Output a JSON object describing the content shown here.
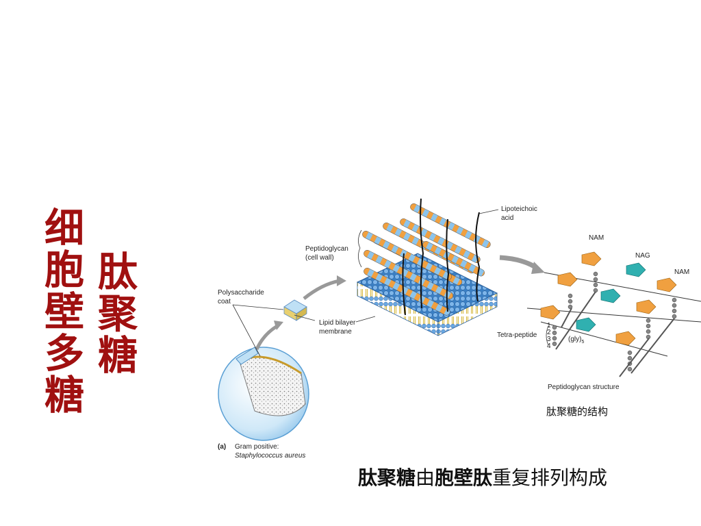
{
  "title": {
    "col1": "细胞壁多糖",
    "col2": "肽聚糖"
  },
  "diagram": {
    "labels": {
      "lipoteichoic_1": "Lipoteichoic",
      "lipoteichoic_2": "acid",
      "peptidoglycan_1": "Peptidoglycan",
      "peptidoglycan_2": "(cell wall)",
      "polysaccharide_1": "Polysaccharide",
      "polysaccharide_2": "coat",
      "lipid_bilayer_1": "Lipid bilayer",
      "lipid_bilayer_2": "membrane",
      "gram_a": "(a)",
      "gram_1": "Gram positive:",
      "gram_2": "Staphylococcus aureus",
      "nam_1": "NAM",
      "nag": "NAG",
      "nam_2": "NAM",
      "tetra_peptide": "Tetra-peptide",
      "num_1": "1",
      "num_2": "2",
      "num_3": "3",
      "num_4": "4",
      "gly": "(gly)",
      "gly_sub": "5",
      "structure_caption": "Peptidoglycan structure"
    },
    "caption_cjk": "肽聚糖的结构"
  },
  "bottom_text": {
    "part1": "肽聚糖",
    "part2": "由",
    "part3": "胞壁肽",
    "part4": "重复排列构成"
  },
  "colors": {
    "title": "#a01010",
    "orange": "#f0a040",
    "teal": "#30b0b0",
    "blue": "#70b0e0",
    "membrane": "#4a90d0"
  }
}
